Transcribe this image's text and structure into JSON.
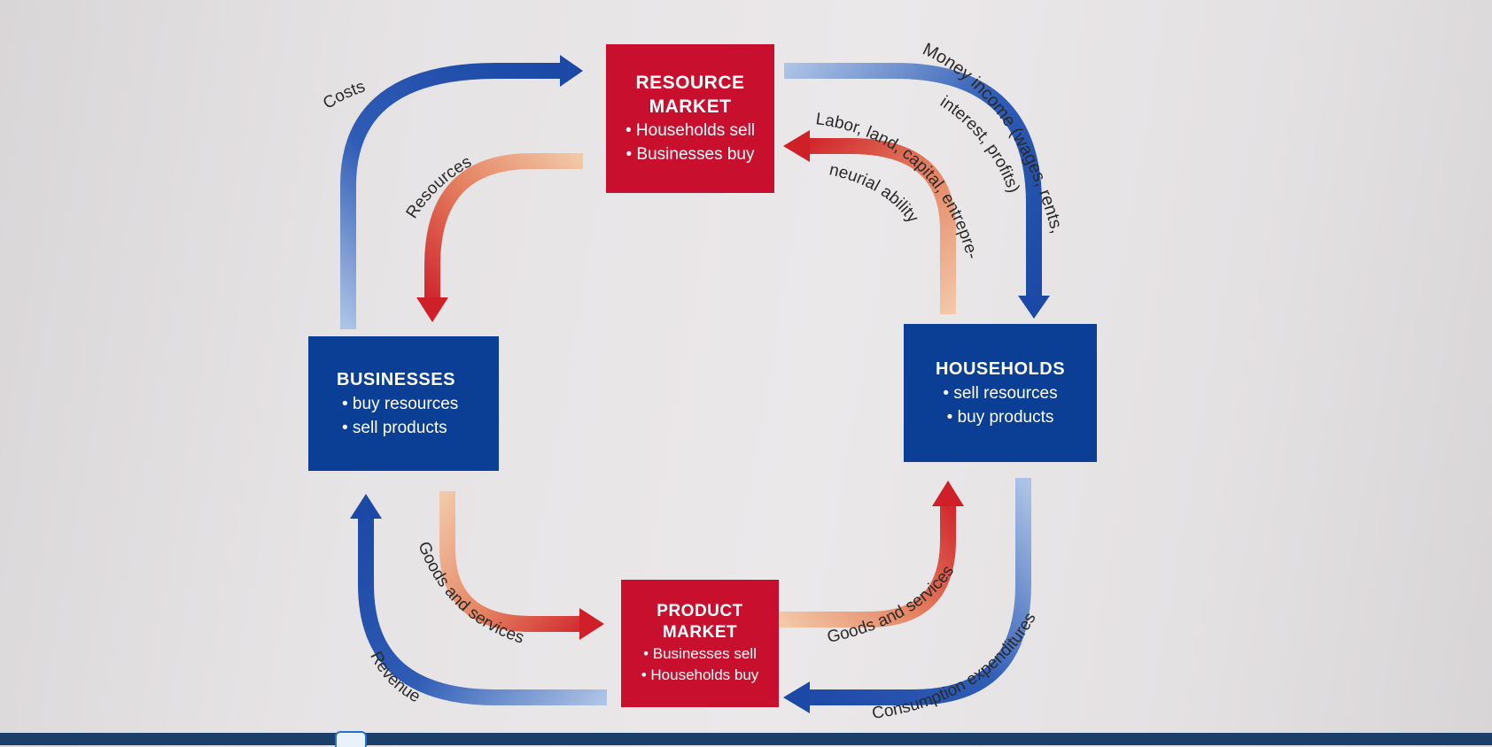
{
  "resource_market": {
    "title_lines": [
      "RESOURCE",
      "MARKET"
    ],
    "bullets": [
      "• Households sell",
      "• Businesses buy"
    ]
  },
  "product_market": {
    "title_lines": [
      "PRODUCT",
      "MARKET"
    ],
    "bullets": [
      "• Businesses sell",
      "• Households buy"
    ]
  },
  "businesses": {
    "title": "BUSINESSES",
    "bullets": [
      "• buy resources",
      "• sell products"
    ]
  },
  "households": {
    "title": "HOUSEHOLDS",
    "bullets": [
      "• sell resources",
      "• buy products"
    ]
  },
  "flow_labels": {
    "costs": "Costs",
    "resources": "Resources",
    "money_income_1": "Money income (wages, rents,",
    "money_income_2": "interest, profits)",
    "labor_1": "Labor, land, capital, entrepre-",
    "labor_2": "neurial ability",
    "goods_left": "Goods and services",
    "goods_right": "Goods and services",
    "revenue": "Revenue",
    "consumption": "Consumption expenditures"
  },
  "colors": {
    "blue_box": "#0b3f95",
    "red_box": "#c8102e",
    "money_arrow": "#1c4aa8",
    "real_arrow": "#d0202a"
  },
  "icons": [
    "arrow-head-icon",
    "document-icon"
  ]
}
